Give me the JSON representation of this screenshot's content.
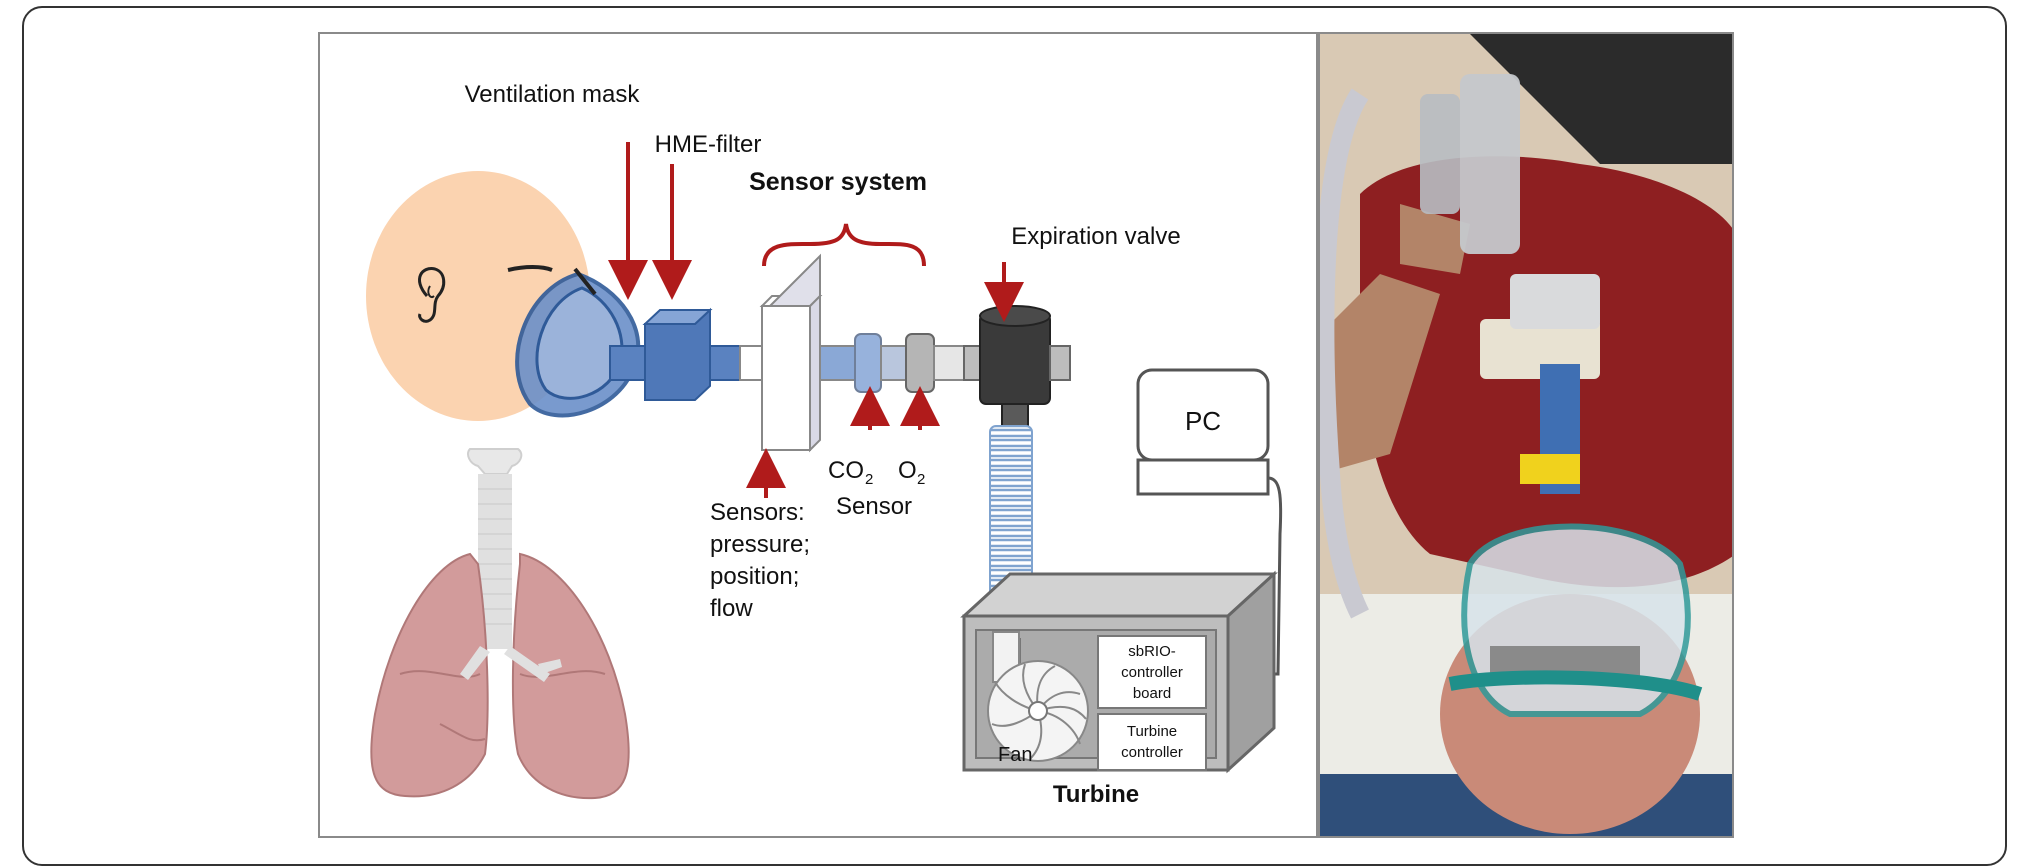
{
  "diagram": {
    "labels": {
      "ventilation_mask": "Ventilation mask",
      "hme_filter": "HME-filter",
      "sensor_system": "Sensor system",
      "expiration_valve": "Expiration valve",
      "pc": "PC",
      "co2": "CO",
      "co2_sub": "2",
      "o2": "O",
      "o2_sub": "2",
      "sensor": "Sensor",
      "sensors_line1": "Sensors:",
      "sensors_line2": "pressure;",
      "sensors_line3": "position;",
      "sensors_line4": "flow",
      "sbrio_line1": "sbRIO-",
      "sbrio_line2": "controller",
      "sbrio_line3": "board",
      "turbine_ctrl_line1": "Turbine",
      "turbine_ctrl_line2": "controller",
      "fan": "Fan",
      "turbine": "Turbine"
    },
    "colors": {
      "arrow": "#b01b1b",
      "face": "#fbd3b0",
      "lung": "#d29b9b",
      "mask_blue": "#5a82c0",
      "panel_border": "#8a8a8a",
      "turbine_gray": "#bdbdbd"
    }
  },
  "photo": {
    "description_icon": "patient-ventilation-photo"
  }
}
